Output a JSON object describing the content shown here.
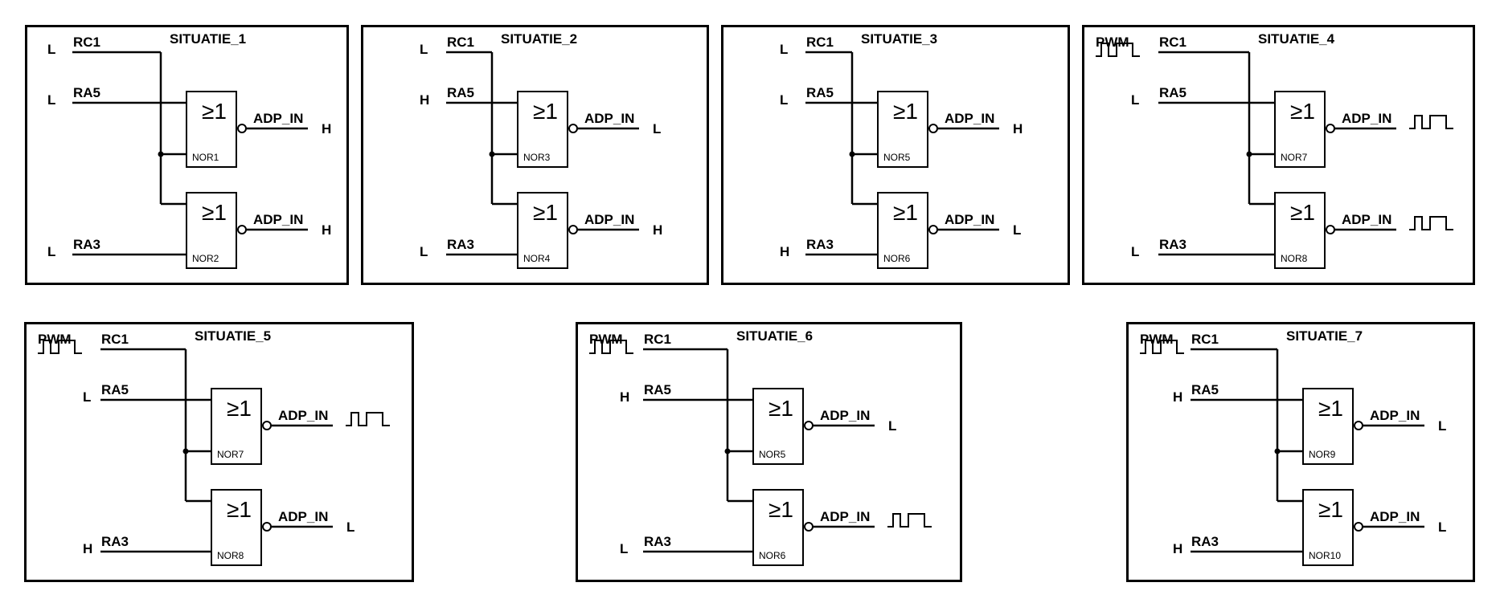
{
  "figure": {
    "input_names": {
      "rc1": "RC1",
      "ra5": "RA5",
      "ra3": "RA3",
      "pwm": "PWM"
    },
    "output_name": "ADP_IN",
    "gate_symbol": "≥1",
    "panels": [
      {
        "title": "SITUATIE_1",
        "rc1": "L",
        "ra5": "L",
        "ra3": "L",
        "pwm_on_rc1": false,
        "gates": [
          {
            "name": "NOR1",
            "output": "H"
          },
          {
            "name": "NOR2",
            "output": "H"
          }
        ]
      },
      {
        "title": "SITUATIE_2",
        "rc1": "L",
        "ra5": "H",
        "ra3": "L",
        "pwm_on_rc1": false,
        "gates": [
          {
            "name": "NOR3",
            "output": "L"
          },
          {
            "name": "NOR4",
            "output": "H"
          }
        ]
      },
      {
        "title": "SITUATIE_3",
        "rc1": "L",
        "ra5": "L",
        "ra3": "H",
        "pwm_on_rc1": false,
        "gates": [
          {
            "name": "NOR5",
            "output": "H"
          },
          {
            "name": "NOR6",
            "output": "L"
          }
        ]
      },
      {
        "title": "SITUATIE_4",
        "rc1": "PWM",
        "ra5": "L",
        "ra3": "L",
        "pwm_on_rc1": true,
        "gates": [
          {
            "name": "NOR7",
            "output": "PWM"
          },
          {
            "name": "NOR8",
            "output": "PWM"
          }
        ]
      },
      {
        "title": "SITUATIE_5",
        "rc1": "PWM",
        "ra5": "L",
        "ra3": "H",
        "pwm_on_rc1": true,
        "gates": [
          {
            "name": "NOR7",
            "output": "PWM"
          },
          {
            "name": "NOR8",
            "output": "L"
          }
        ]
      },
      {
        "title": "SITUATIE_6",
        "rc1": "PWM",
        "ra5": "H",
        "ra3": "L",
        "pwm_on_rc1": true,
        "gates": [
          {
            "name": "NOR5",
            "output": "L"
          },
          {
            "name": "NOR6",
            "output": "PWM"
          }
        ]
      },
      {
        "title": "SITUATIE_7",
        "rc1": "PWM",
        "ra5": "H",
        "ra3": "H",
        "pwm_on_rc1": true,
        "gates": [
          {
            "name": "NOR9",
            "output": "L"
          },
          {
            "name": "NOR10",
            "output": "L"
          }
        ]
      }
    ]
  }
}
